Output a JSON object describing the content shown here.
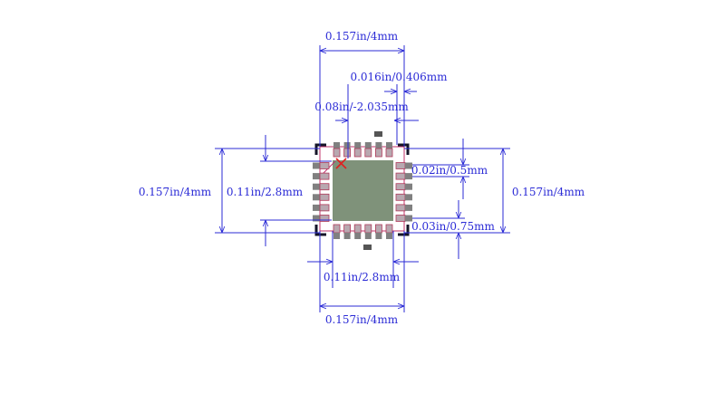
{
  "colors": {
    "dimension": "#2b2bd6",
    "thermal_pad": "#7f927a",
    "pad_fill": "#b8a8b0",
    "pad_outline": "#b03a5a",
    "pin_gray": "#808080",
    "body_outline": "#c0306a",
    "corner_marks": "#151528",
    "pin1_marker": "#e02020"
  },
  "dimensions": {
    "top_width": "0.157in/4mm",
    "pin_width": "0.016in/0.406mm",
    "pad_offset": "0.08in/-2.035mm",
    "left_height": "0.157in/4mm",
    "inner_height": "0.11in/2.8mm",
    "pin_pitch": "0.02in/0.5mm",
    "right_height": "0.157in/4mm",
    "pad_length": "0.03in/0.75mm",
    "inner_width": "0.11in/2.8mm",
    "bottom_width": "0.157in/4mm"
  },
  "icons": {
    "pin1": "x-mark-icon"
  }
}
